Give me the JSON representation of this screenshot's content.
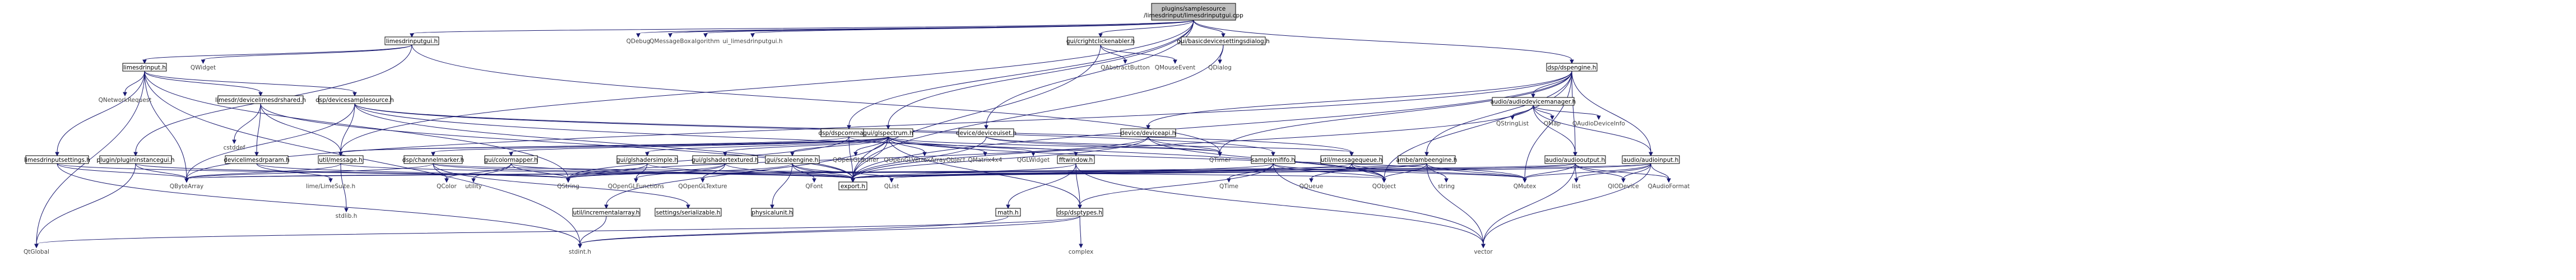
{
  "diagram": {
    "type": "include-dependency-graph",
    "nodes": [
      {
        "id": "root",
        "label": [
          "plugins/samplesource",
          "/limesdrinput/limesdrinputgui.cpp"
        ],
        "style": "root"
      },
      {
        "id": "limesdrinputgui_h",
        "label": [
          "limesdrinputgui.h"
        ],
        "style": "boxed"
      },
      {
        "id": "QDebug",
        "label": [
          "QDebug"
        ],
        "style": "plain"
      },
      {
        "id": "QMessageBox",
        "label": [
          "QMessageBox"
        ],
        "style": "plain"
      },
      {
        "id": "algorithm",
        "label": [
          "algorithm"
        ],
        "style": "plain"
      },
      {
        "id": "ui_limesdrinputgui_h",
        "label": [
          "ui_limesdrinputgui.h"
        ],
        "style": "plain"
      },
      {
        "id": "crightclickenabler",
        "label": [
          "gui/crightclickenabler.h"
        ],
        "style": "boxed"
      },
      {
        "id": "basicdevicesettingsdialog",
        "label": [
          "gui/basicdevicesettingsdialog.h"
        ],
        "style": "boxed"
      },
      {
        "id": "dspengine",
        "label": [
          "dsp/dspengine.h"
        ],
        "style": "boxed"
      },
      {
        "id": "limesdrinput_h",
        "label": [
          "limesdrinput.h"
        ],
        "style": "boxed"
      },
      {
        "id": "QWidget",
        "label": [
          "QWidget"
        ],
        "style": "plain"
      },
      {
        "id": "dspcommands",
        "label": [
          "dsp/dspcommands.h"
        ],
        "style": "boxed"
      },
      {
        "id": "glspectrum",
        "label": [
          "gui/glspectrum.h"
        ],
        "style": "boxed"
      },
      {
        "id": "deviceuiset",
        "label": [
          "device/deviceuiset.h"
        ],
        "style": "boxed"
      },
      {
        "id": "QAbstractButton",
        "label": [
          "QAbstractButton"
        ],
        "style": "plain"
      },
      {
        "id": "QMouseEvent",
        "label": [
          "QMouseEvent"
        ],
        "style": "plain"
      },
      {
        "id": "QDialog",
        "label": [
          "QDialog"
        ],
        "style": "plain"
      },
      {
        "id": "QNetworkRequest",
        "label": [
          "QNetworkRequest"
        ],
        "style": "plain"
      },
      {
        "id": "limesdrinputsettings",
        "label": [
          "limesdrinputsettings.h"
        ],
        "style": "boxed"
      },
      {
        "id": "plugininstancegui",
        "label": [
          "plugin/plugininstancegui.h"
        ],
        "style": "boxed"
      },
      {
        "id": "limesdrshared",
        "label": [
          "limesdr/devicelimesdrshared.h"
        ],
        "style": "boxed"
      },
      {
        "id": "devicesamplesource",
        "label": [
          "dsp/devicesamplesource.h"
        ],
        "style": "boxed"
      },
      {
        "id": "cstddef",
        "label": [
          "cstddef"
        ],
        "style": "plain"
      },
      {
        "id": "devicelimesdrparam",
        "label": [
          "devicelimesdrparam.h"
        ],
        "style": "boxed"
      },
      {
        "id": "util_message",
        "label": [
          "util/message.h"
        ],
        "style": "boxed"
      },
      {
        "id": "dspchannelmarker",
        "label": [
          "dsp/channelmarker.h"
        ],
        "style": "boxed"
      },
      {
        "id": "colormapper",
        "label": [
          "gui/colormapper.h"
        ],
        "style": "boxed"
      },
      {
        "id": "glshadersimple",
        "label": [
          "gui/glshadersimple.h"
        ],
        "style": "boxed"
      },
      {
        "id": "glshadertextured",
        "label": [
          "gui/glshadertextured.h"
        ],
        "style": "boxed"
      },
      {
        "id": "scaleengine",
        "label": [
          "gui/scaleengine.h"
        ],
        "style": "boxed"
      },
      {
        "id": "QOpenGLBuffer",
        "label": [
          "QOpenGLBuffer"
        ],
        "style": "plain"
      },
      {
        "id": "QOpenGLVAO",
        "label": [
          "QOpenGLVertexArrayObject"
        ],
        "style": "plain"
      },
      {
        "id": "QMatrix4x4",
        "label": [
          "QMatrix4x4"
        ],
        "style": "plain"
      },
      {
        "id": "QGLWidget",
        "label": [
          "QGLWidget"
        ],
        "style": "plain"
      },
      {
        "id": "fftwindow",
        "label": [
          "fftwindow.h"
        ],
        "style": "boxed"
      },
      {
        "id": "samplemififo",
        "label": [
          "samplemififo.h"
        ],
        "style": "boxed"
      },
      {
        "id": "messagequeue",
        "label": [
          "util/messagequeue.h"
        ],
        "style": "boxed"
      },
      {
        "id": "ambeengine",
        "label": [
          "ambe/ambeengine.h"
        ],
        "style": "boxed"
      },
      {
        "id": "devicesampleapi",
        "label": [
          "device/deviceapi.h"
        ],
        "style": "boxed"
      },
      {
        "id": "QTimer",
        "label": [
          "QTimer"
        ],
        "style": "plain"
      },
      {
        "id": "QStringList",
        "label": [
          "QStringList"
        ],
        "style": "plain"
      },
      {
        "id": "QMap",
        "label": [
          "QMap"
        ],
        "style": "plain"
      },
      {
        "id": "QAudioDeviceInfo",
        "label": [
          "QAudioDeviceInfo"
        ],
        "style": "plain"
      },
      {
        "id": "audiodevicemanager",
        "label": [
          "audio/audiodevicemanager.h"
        ],
        "style": "boxed"
      },
      {
        "id": "audiooutput",
        "label": [
          "audio/audiooutput.h"
        ],
        "style": "boxed"
      },
      {
        "id": "audioinput",
        "label": [
          "audio/audioinput.h"
        ],
        "style": "boxed"
      },
      {
        "id": "QByteArray",
        "label": [
          "QByteArray"
        ],
        "style": "plain"
      },
      {
        "id": "QtGlobal",
        "label": [
          "QtGlobal"
        ],
        "style": "plain"
      },
      {
        "id": "limeLimeSuite",
        "label": [
          "lime/LimeSuite.h"
        ],
        "style": "plain"
      },
      {
        "id": "stdlib",
        "label": [
          "stdlib.h"
        ],
        "style": "plain"
      },
      {
        "id": "QColor",
        "label": [
          "QColor"
        ],
        "style": "plain"
      },
      {
        "id": "utility",
        "label": [
          "utility"
        ],
        "style": "plain"
      },
      {
        "id": "QString",
        "label": [
          "QString"
        ],
        "style": "plain"
      },
      {
        "id": "QOpenGLFunctions",
        "label": [
          "QOpenGLFunctions"
        ],
        "style": "plain"
      },
      {
        "id": "QOpenGLTexture",
        "label": [
          "QOpenGLTexture"
        ],
        "style": "plain"
      },
      {
        "id": "export_h",
        "label": [
          "export.h"
        ],
        "style": "boxed"
      },
      {
        "id": "QList",
        "label": [
          "QList"
        ],
        "style": "plain"
      },
      {
        "id": "incrementalarray",
        "label": [
          "util/incrementalarray.h"
        ],
        "style": "boxed"
      },
      {
        "id": "settingsserializable",
        "label": [
          "settings/serializable.h"
        ],
        "style": "boxed"
      },
      {
        "id": "physicalunit",
        "label": [
          "physicalunit.h"
        ],
        "style": "boxed"
      },
      {
        "id": "QFont",
        "label": [
          "QFont"
        ],
        "style": "plain"
      },
      {
        "id": "mathh",
        "label": [
          "math.h"
        ],
        "style": "boxed"
      },
      {
        "id": "dsptypes",
        "label": [
          "dsp/dsptypes.h"
        ],
        "style": "boxed"
      },
      {
        "id": "QTime",
        "label": [
          "QTime"
        ],
        "style": "plain"
      },
      {
        "id": "QQueue",
        "label": [
          "QQueue"
        ],
        "style": "plain"
      },
      {
        "id": "QObject",
        "label": [
          "QObject"
        ],
        "style": "plain"
      },
      {
        "id": "string",
        "label": [
          "string"
        ],
        "style": "plain"
      },
      {
        "id": "QMutex",
        "label": [
          "QMutex"
        ],
        "style": "plain"
      },
      {
        "id": "vector",
        "label": [
          "vector"
        ],
        "style": "plain"
      },
      {
        "id": "list",
        "label": [
          "list"
        ],
        "style": "plain"
      },
      {
        "id": "QIODevice",
        "label": [
          "QIODevice"
        ],
        "style": "plain"
      },
      {
        "id": "QAudioFormat",
        "label": [
          "QAudioFormat"
        ],
        "style": "plain"
      },
      {
        "id": "complex",
        "label": [
          "complex"
        ],
        "style": "plain"
      },
      {
        "id": "stdint",
        "label": [
          "stdint.h"
        ],
        "style": "plain"
      }
    ],
    "edges": [
      [
        "root",
        "limesdrinputgui_h"
      ],
      [
        "root",
        "QDebug"
      ],
      [
        "root",
        "QMessageBox"
      ],
      [
        "root",
        "algorithm"
      ],
      [
        "root",
        "ui_limesdrinputgui_h"
      ],
      [
        "root",
        "crightclickenabler"
      ],
      [
        "root",
        "basicdevicesettingsdialog"
      ],
      [
        "root",
        "dspengine"
      ],
      [
        "root",
        "dspcommands"
      ],
      [
        "root",
        "glspectrum"
      ],
      [
        "root",
        "deviceuiset"
      ],
      [
        "root",
        "util_message"
      ],
      [
        "limesdrinputgui_h",
        "limesdrinput_h"
      ],
      [
        "limesdrinputgui_h",
        "QWidget"
      ],
      [
        "limesdrinputgui_h",
        "plugininstancegui"
      ],
      [
        "limesdrinputgui_h",
        "QTimer"
      ],
      [
        "crightclickenabler",
        "QAbstractButton"
      ],
      [
        "crightclickenabler",
        "QMouseEvent"
      ],
      [
        "crightclickenabler",
        "export_h"
      ],
      [
        "basicdevicesettingsdialog",
        "QDialog"
      ],
      [
        "basicdevicesettingsdialog",
        "export_h"
      ],
      [
        "dspengine",
        "devicesampleapi"
      ],
      [
        "dspengine",
        "QTimer"
      ],
      [
        "dspengine",
        "audiodevicemanager"
      ],
      [
        "dspengine",
        "audiooutput"
      ],
      [
        "dspengine",
        "audioinput"
      ],
      [
        "dspengine",
        "ambeengine"
      ],
      [
        "dspengine",
        "export_h"
      ],
      [
        "dspengine",
        "QMutex"
      ],
      [
        "dspengine",
        "QObject"
      ],
      [
        "dspengine",
        "QByteArray"
      ],
      [
        "limesdrinput_h",
        "QNetworkRequest"
      ],
      [
        "limesdrinput_h",
        "limesdrinputsettings"
      ],
      [
        "limesdrinput_h",
        "limesdrshared"
      ],
      [
        "limesdrinput_h",
        "devicesamplesource"
      ],
      [
        "limesdrinput_h",
        "stdint"
      ],
      [
        "limesdrinput_h",
        "QByteArray"
      ],
      [
        "limesdrinput_h",
        "QString"
      ],
      [
        "limesdrinput_h",
        "QtGlobal"
      ],
      [
        "limesdrinputsettings",
        "QByteArray"
      ],
      [
        "limesdrinputsettings",
        "QString"
      ],
      [
        "limesdrinputsettings",
        "stdint"
      ],
      [
        "plugininstancegui",
        "QtGlobal"
      ],
      [
        "plugininstancegui",
        "QByteArray"
      ],
      [
        "plugininstancegui",
        "QString"
      ],
      [
        "limesdrshared",
        "cstddef"
      ],
      [
        "limesdrshared",
        "devicelimesdrparam"
      ],
      [
        "limesdrshared",
        "util_message"
      ],
      [
        "limesdrshared",
        "export_h"
      ],
      [
        "devicelimesdrparam",
        "limeLimeSuite"
      ],
      [
        "devicelimesdrparam",
        "QString"
      ],
      [
        "devicesamplesource",
        "util_message"
      ],
      [
        "devicesamplesource",
        "messagequeue"
      ],
      [
        "devicesamplesource",
        "QByteArray"
      ],
      [
        "devicesamplesource",
        "export_h"
      ],
      [
        "devicesamplesource",
        "samplemififo"
      ],
      [
        "devicesamplesource",
        "QObject"
      ],
      [
        "util_message",
        "stdlib"
      ],
      [
        "util_message",
        "QByteArray"
      ],
      [
        "util_message",
        "export_h"
      ],
      [
        "dspcommands",
        "util_message"
      ],
      [
        "dspcommands",
        "fftwindow"
      ],
      [
        "dspcommands",
        "export_h"
      ],
      [
        "dspcommands",
        "QString"
      ],
      [
        "glspectrum",
        "dspchannelmarker"
      ],
      [
        "glspectrum",
        "colormapper"
      ],
      [
        "glspectrum",
        "glshadersimple"
      ],
      [
        "glspectrum",
        "glshadertextured"
      ],
      [
        "glspectrum",
        "scaleengine"
      ],
      [
        "glspectrum",
        "QOpenGLBuffer"
      ],
      [
        "glspectrum",
        "QOpenGLVAO"
      ],
      [
        "glspectrum",
        "QMatrix4x4"
      ],
      [
        "glspectrum",
        "QGLWidget"
      ],
      [
        "glspectrum",
        "QTimer"
      ],
      [
        "glspectrum",
        "QMutex"
      ],
      [
        "glspectrum",
        "export_h"
      ],
      [
        "glspectrum",
        "util_message"
      ],
      [
        "glspectrum",
        "incrementalarray"
      ],
      [
        "glspectrum",
        "dsptypes"
      ],
      [
        "deviceuiset",
        "QTimer"
      ],
      [
        "deviceuiset",
        "export_h"
      ],
      [
        "deviceuiset",
        "messagequeue"
      ],
      [
        "dspchannelmarker",
        "QColor"
      ],
      [
        "dspchannelmarker",
        "settingsserializable"
      ],
      [
        "dspchannelmarker",
        "export_h"
      ],
      [
        "dspchannelmarker",
        "QObject"
      ],
      [
        "dspchannelmarker",
        "QByteArray"
      ],
      [
        "colormapper",
        "QColor"
      ],
      [
        "colormapper",
        "utility"
      ],
      [
        "colormapper",
        "export_h"
      ],
      [
        "colormapper",
        "QString"
      ],
      [
        "glshadersimple",
        "QOpenGLFunctions"
      ],
      [
        "glshadersimple",
        "QString"
      ],
      [
        "glshadersimple",
        "export_h"
      ],
      [
        "glshadertextured",
        "QOpenGLFunctions"
      ],
      [
        "glshadertextured",
        "QOpenGLTexture"
      ],
      [
        "glshadertextured",
        "export_h"
      ],
      [
        "glshadertextured",
        "QString"
      ],
      [
        "scaleengine",
        "physicalunit"
      ],
      [
        "scaleengine",
        "QFont"
      ],
      [
        "scaleengine",
        "QString"
      ],
      [
        "scaleengine",
        "QList"
      ],
      [
        "scaleengine",
        "export_h"
      ],
      [
        "fftwindow",
        "mathh"
      ],
      [
        "fftwindow",
        "dsptypes"
      ],
      [
        "fftwindow",
        "export_h"
      ],
      [
        "fftwindow",
        "vector"
      ],
      [
        "dsptypes",
        "complex"
      ],
      [
        "dsptypes",
        "QtGlobal"
      ],
      [
        "dsptypes",
        "stdint"
      ],
      [
        "mathh",
        "stdint"
      ],
      [
        "samplemififo",
        "QObject"
      ],
      [
        "samplemififo",
        "QTime"
      ],
      [
        "samplemififo",
        "dsptypes"
      ],
      [
        "samplemififo",
        "export_h"
      ],
      [
        "samplemififo",
        "QMutex"
      ],
      [
        "samplemififo",
        "vector"
      ],
      [
        "messagequeue",
        "QObject"
      ],
      [
        "messagequeue",
        "QQueue"
      ],
      [
        "messagequeue",
        "QMutex"
      ],
      [
        "messagequeue",
        "export_h"
      ],
      [
        "ambeengine",
        "QObject"
      ],
      [
        "ambeengine",
        "QMutex"
      ],
      [
        "ambeengine",
        "string"
      ],
      [
        "ambeengine",
        "export_h"
      ],
      [
        "ambeengine",
        "vector"
      ],
      [
        "ambeengine",
        "QList"
      ],
      [
        "ambeengine",
        "QByteArray"
      ],
      [
        "devicesampleapi",
        "QObject"
      ],
      [
        "devicesampleapi",
        "QString"
      ],
      [
        "devicesampleapi",
        "export_h"
      ],
      [
        "devicesampleapi",
        "QTimer"
      ],
      [
        "audiodevicemanager",
        "QStringList"
      ],
      [
        "audiodevicemanager",
        "QMap"
      ],
      [
        "audiodevicemanager",
        "QAudioDeviceInfo"
      ],
      [
        "audiodevicemanager",
        "audiooutput"
      ],
      [
        "audiodevicemanager",
        "audioinput"
      ],
      [
        "audiodevicemanager",
        "export_h"
      ],
      [
        "audiooutput",
        "QMutex"
      ],
      [
        "audiooutput",
        "QIODevice"
      ],
      [
        "audiooutput",
        "QAudioFormat"
      ],
      [
        "audiooutput",
        "list"
      ],
      [
        "audiooutput",
        "vector"
      ],
      [
        "audiooutput",
        "QByteArray"
      ],
      [
        "audiooutput",
        "export_h"
      ],
      [
        "audioinput",
        "QMutex"
      ],
      [
        "audioinput",
        "QIODevice"
      ],
      [
        "audioinput",
        "QAudioFormat"
      ],
      [
        "audioinput",
        "list"
      ],
      [
        "audioinput",
        "vector"
      ],
      [
        "audioinput",
        "export_h"
      ],
      [
        "audioinput",
        "QByteArray"
      ],
      [
        "incrementalarray",
        "stdint"
      ]
    ]
  }
}
